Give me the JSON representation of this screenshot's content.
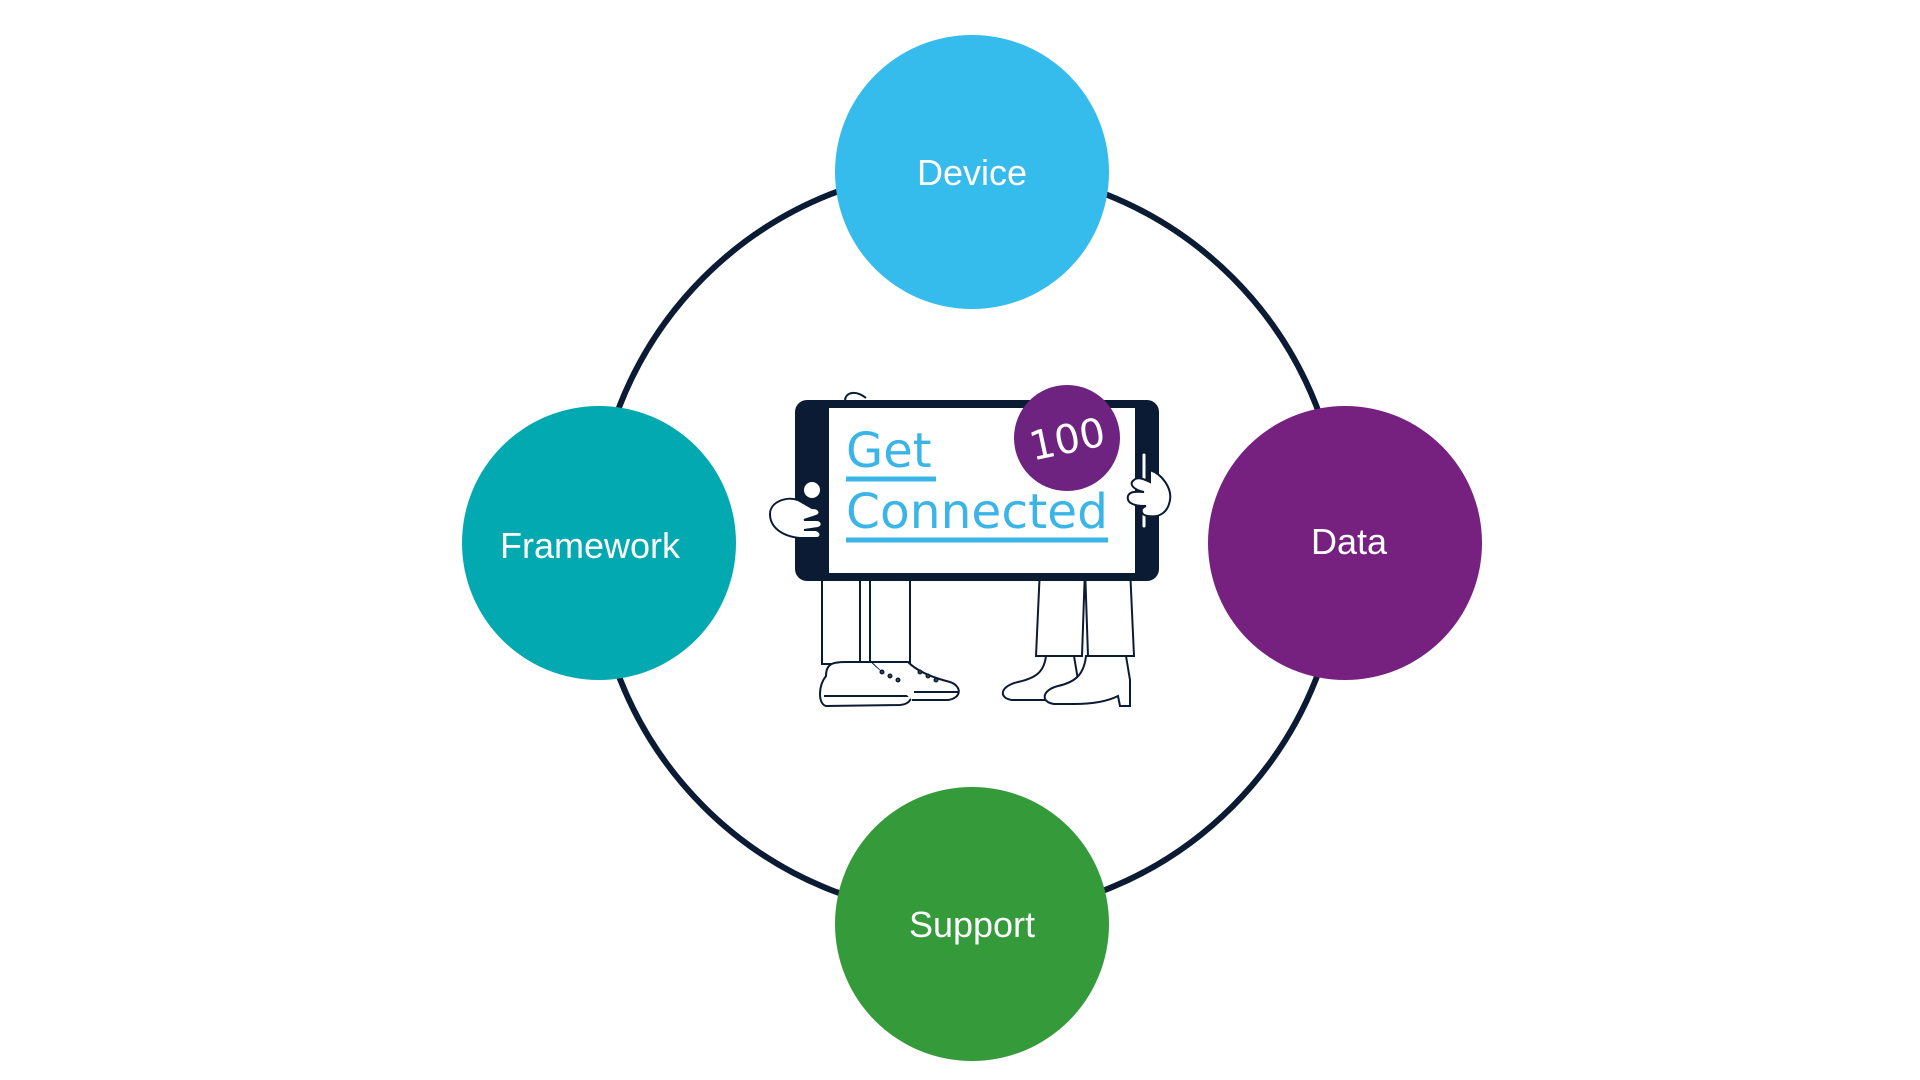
{
  "diagram": {
    "nodes": [
      {
        "id": "device",
        "label": "Device",
        "color": "#35bbec"
      },
      {
        "id": "data",
        "label": "Data",
        "color": "#76217f"
      },
      {
        "id": "support",
        "label": "Support",
        "color": "#359a3a"
      },
      {
        "id": "framework",
        "label": "Framework",
        "color": "#03a9b0"
      }
    ],
    "ring_color": "#0b1b34",
    "center_logo": {
      "line1": "Get",
      "line2": "Connected",
      "badge": "100",
      "text_color": "#3bb4e8",
      "badge_color": "#6e2380",
      "tablet_color": "#0b1b34"
    }
  }
}
